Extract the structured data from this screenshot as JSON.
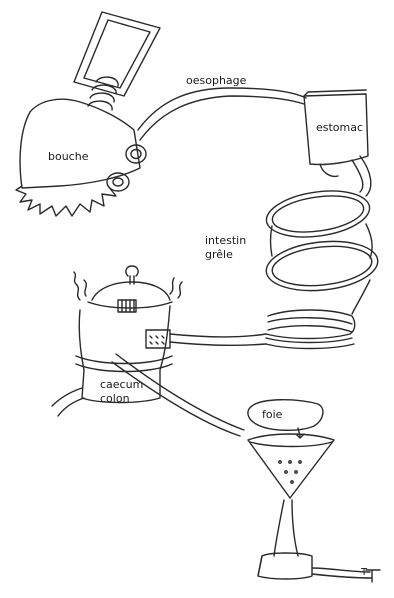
{
  "labels": {
    "bouche": "bouche",
    "oesophage": "oesophage",
    "estomac": "estomac",
    "intestin": "intestin",
    "grele": "grêle",
    "caecum": "caecum",
    "colon": "colon",
    "foie": "foie",
    "signature": "T"
  },
  "colors": {
    "ink": "#2a2a2a",
    "paper": "#ffffff"
  }
}
